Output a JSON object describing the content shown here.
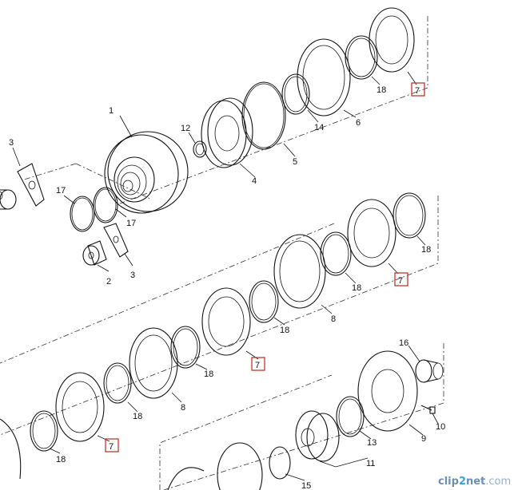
{
  "labels": {
    "p1": "1",
    "p2": "2",
    "p3a": "3",
    "p3b": "3",
    "p4": "4",
    "p5": "5",
    "p6": "6",
    "p7a": "7",
    "p7b": "7",
    "p7c": "7",
    "p7d": "7",
    "p8a": "8",
    "p8b": "8",
    "p9": "9",
    "p10": "10",
    "p11": "11",
    "p12": "12",
    "p13": "13",
    "p14": "14",
    "p15": "15",
    "p16": "16",
    "p17a": "17",
    "p17b": "17",
    "p18a": "18",
    "p18b": "18",
    "p18c": "18",
    "p18d": "18",
    "p18e": "18",
    "p18f": "18",
    "p18g": "18"
  },
  "highlight_color": "#c0392b",
  "watermark": {
    "part1": "clip",
    "part2": "2",
    "part3": "net",
    "part4": ".com",
    "color_main": "#6b8fb5",
    "color_accent": "#3aa3df"
  }
}
